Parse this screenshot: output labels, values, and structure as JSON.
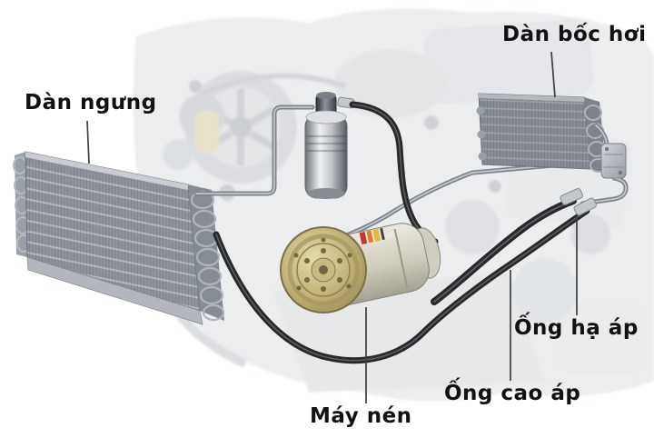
{
  "diagram": {
    "description": "Automotive air-conditioning system diagram over a faded engine illustration",
    "labels": {
      "condenser": "Dàn ngưng",
      "evaporator": "Dàn bốc hơi",
      "low_pressure_pipe": "Ống hạ áp",
      "high_pressure_pipe": "Ống cao áp",
      "compressor": "Máy nén"
    },
    "colors": {
      "background": "#ffffff",
      "label_text": "#111111",
      "leader_line": "#3f3f3f",
      "condenser_fill": "#8f949c",
      "condenser_tube_line": "#b9bdc3",
      "evaporator_fill": "#868b94",
      "hose_black": "#26282a",
      "pipe_gray": "#7d828a",
      "compressor_clutch_gold": "#c2b478",
      "receiver_drier_metal": "#c2c6cb",
      "engine_faded_gray": "#d9dcdf"
    }
  }
}
